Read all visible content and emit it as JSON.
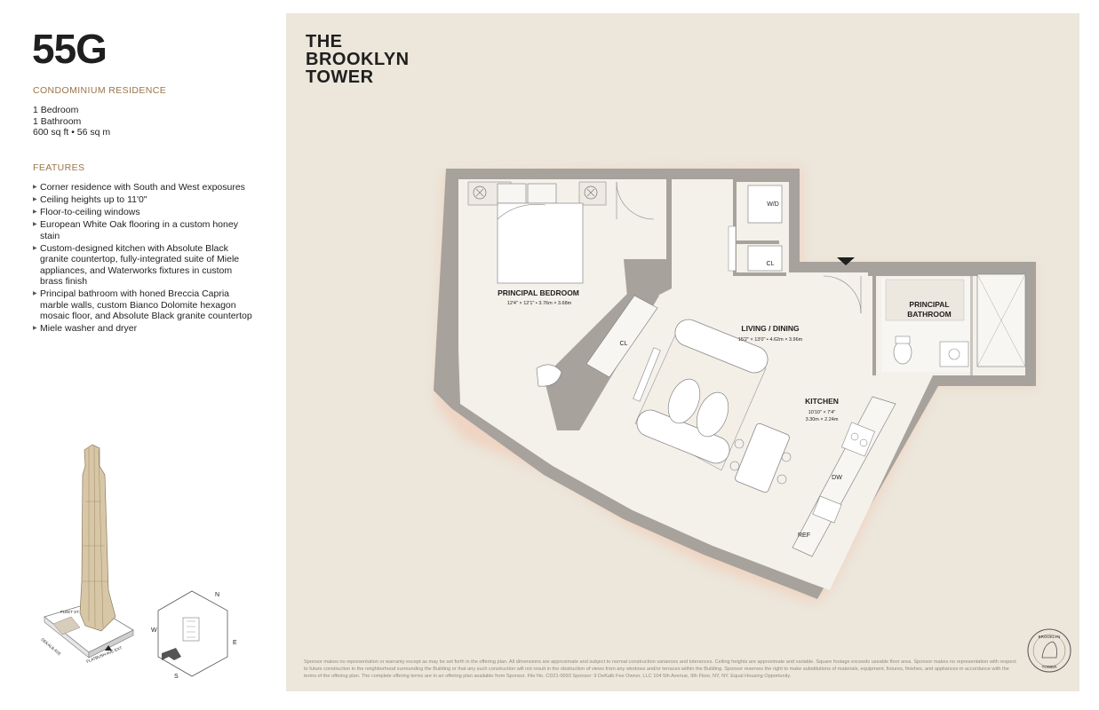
{
  "unit": {
    "number": "55G",
    "type": "CONDOMINIUM RESIDENCE",
    "specs": [
      "1 Bedroom",
      "1 Bathroom",
      "600 sq ft • 56 sq m"
    ]
  },
  "features": {
    "heading": "FEATURES",
    "items": [
      "Corner residence with South and West exposures",
      "Ceiling heights up to 11'0\"",
      "Floor-to-ceiling windows",
      "European White Oak flooring in a custom honey stain",
      "Custom-designed kitchen with Absolute Black granite countertop, fully-integrated suite of Miele appliances, and Waterworks fixtures in custom brass finish",
      "Principal bathroom with honed Breccia Capria marble walls, custom Bianco Dolomite hexagon mosaic floor, and Absolute Black granite countertop",
      "Miele washer and dryer"
    ]
  },
  "brand": {
    "lines": [
      "THE",
      "BROOKLYN",
      "TOWER"
    ]
  },
  "plan": {
    "rooms": {
      "bedroom": {
        "name": "PRINCIPAL BEDROOM",
        "dims": "12'4\" × 12'1\" • 3.76m × 3.68m"
      },
      "living": {
        "name": "LIVING / DINING",
        "dims": "15'2\" × 13'0\" • 4.62m × 3.96m"
      },
      "kitchen": {
        "name": "KITCHEN",
        "dims_imperial": "10'10\" × 7'4\"",
        "dims_metric": "3.30m × 2.24m"
      },
      "bath_line1": "PRINCIPAL",
      "bath_line2": "BATHROOM"
    },
    "fixtures": {
      "wd": "W/D",
      "cl1": "CL",
      "cl2": "CL",
      "dw": "DW",
      "ref": "REF"
    }
  },
  "site": {
    "streets": {
      "fleet": "FLEET ST",
      "dekalb": "DEKALB AVE",
      "flatbush": "FLATBUSH AVE EXT"
    },
    "compass": {
      "n": "N",
      "e": "E",
      "s": "S",
      "w": "W"
    }
  },
  "seal": {
    "top": "BROOKLYN",
    "bottom": "TOWER"
  },
  "disclaimer": "Sponsor makes no representation or warranty except as may be set forth in the offering plan. All dimensions are approximate and subject to normal construction variances and tolerances. Ceiling heights are approximate and variable. Square footage exceeds useable floor area. Sponsor makes no representation with respect to future construction in the neighborhood surrounding the Building or that any such construction will not result in the obstruction of views from any windows and/or terraces within the Building. Sponsor reserves the right to make substitutions of materials, equipment, fixtures, finishes, and appliances in accordance with the terms of the offering plan. The complete offering terms are in an offering plan available from Sponsor. File No. CD21-0093 Sponsor: 9 DeKalb Fee Owner, LLC 104 5th Avenue, 9th Floor, NY, NY. Equal Housing Opportunity.",
  "colors": {
    "panel": "#ece6db",
    "wall": "#a7a29c",
    "accent": "#9a7448",
    "shadow": "#f1c9b2"
  }
}
